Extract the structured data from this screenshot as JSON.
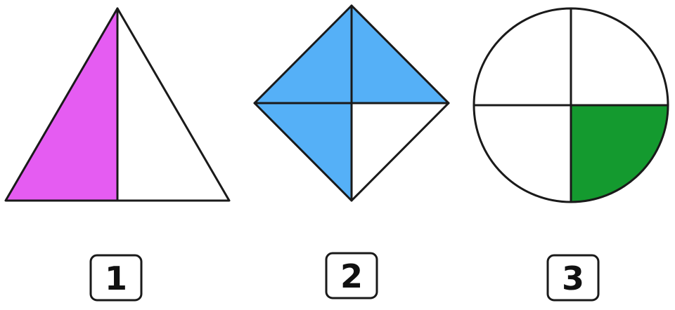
{
  "colors": {
    "outline": "#1a1a1a",
    "unshaded": "#ffffff",
    "triangle_shade": "#e55cf2",
    "diamond_shade": "#55b0f7",
    "circle_shade": "#149a2f"
  },
  "figures": [
    {
      "shape": "triangle",
      "parts_total": 2,
      "parts_shaded": 1,
      "label": "1"
    },
    {
      "shape": "diamond",
      "parts_total": 4,
      "parts_shaded": 3,
      "label": "2"
    },
    {
      "shape": "circle",
      "parts_total": 4,
      "parts_shaded": 1,
      "label": "3"
    }
  ]
}
